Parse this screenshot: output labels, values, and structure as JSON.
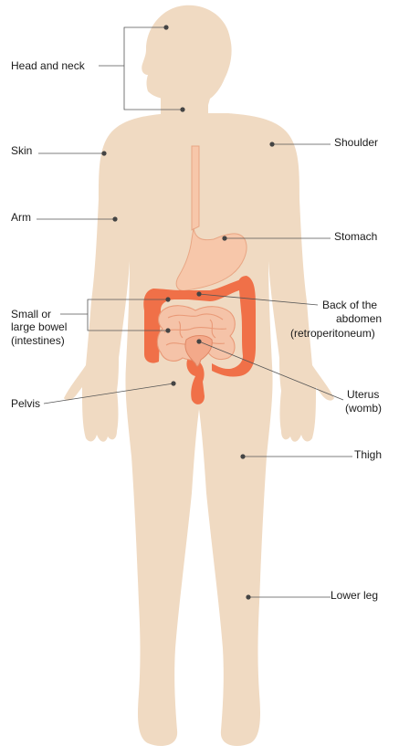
{
  "colors": {
    "body": "#f0dac2",
    "colon": "#f07048",
    "small_intestine": "#f5c3a8",
    "small_intestine_outline": "#e99a78",
    "stomach": "#f7c7aa",
    "leader_line": "#555555"
  },
  "labels": {
    "head_and_neck": "Head and neck",
    "skin": "Skin",
    "arm": "Arm",
    "small_bowel_line1": "Small or",
    "small_bowel_line2": "large bowel",
    "small_bowel_line3": "(intestines)",
    "pelvis": "Pelvis",
    "shoulder": "Shoulder",
    "stomach": "Stomach",
    "back_line1": "Back of the",
    "back_line2": "abdomen",
    "back_line3": "(retroperitoneum)",
    "uterus_line1": "Uterus",
    "uterus_line2": "(womb)",
    "thigh": "Thigh",
    "lower_leg": "Lower leg"
  }
}
